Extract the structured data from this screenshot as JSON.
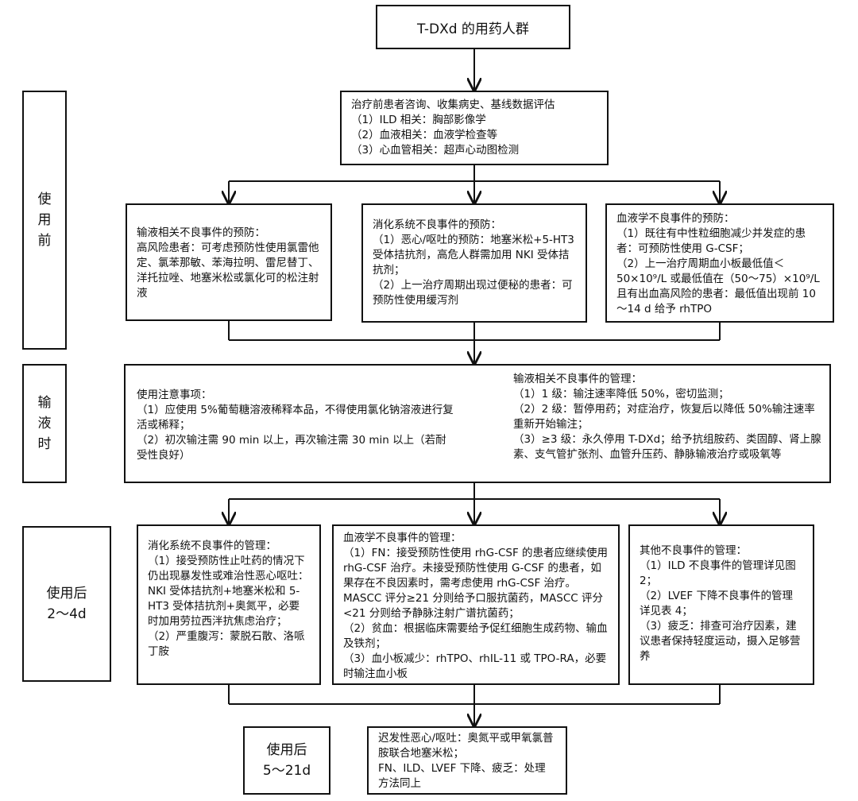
{
  "title": "T-DXd 的用药人群",
  "stages": {
    "before": "使\n用\n前",
    "infusion": "输\n液\n时",
    "after_2_4": "使用后\n2～4d",
    "after_5_21": "使用后\n5～21d"
  },
  "pre_assessment": "治疗前患者咨询、收集病史、基线数据评估\n（1）ILD 相关：胸部影像学\n（2）血液相关：血液学检查等\n（3）心血管相关：超声心动图检测",
  "prevention": {
    "infusion": "输液相关不良事件的预防：\n高风险患者：可考虑预防性使用氯雷他定、氯苯那敏、苯海拉明、雷尼替丁、洋托拉唑、地塞米松或氯化可的松注射液",
    "gi": "消化系统不良事件的预防：\n（1）恶心/呕吐的预防：地塞米松+5-HT3 受体拮抗剂，高危人群需加用 NKI 受体拮抗剂；\n（2）上一治疗周期出现过便秘的患者：可预防性使用缓泻剂",
    "heme": "血液学不良事件的预防：\n（1）既往有中性粒细胞减少并发症的患者：可预防性使用 G-CSF；\n（2）上一治疗周期血小板最低值＜50×10⁹/L 或最低值在（50～75）×10⁹/L 且有出血高风险的患者：最低值出现前 10～14 d 给予 rhTPO"
  },
  "infusion": {
    "notes": "使用注意事项：\n（1）应使用 5%葡萄糖溶液稀释本品，不得使用氯化钠溶液进行复活或稀释；\n（2）初次输注需 90 min 以上，再次输注需 30 min 以上（若耐受性良好）",
    "management": "输液相关不良事件的管理：\n（1）1 级：输注速率降低 50%，密切监测；\n（2）2 级：暂停用药；对症治疗，恢复后以降低 50%输注速率重新开始输注；\n（3）≥3 级：永久停用 T-DXd；给予抗组胺药、类固醇、肾上腺素、支气管扩张剂、血管升压药、静脉输液治疗或吸氧等"
  },
  "after_2_4d": {
    "gi": "消化系统不良事件的管理：\n（1）接受预防性止吐药的情况下仍出现暴发性或难治性恶心呕吐：NKI 受体拮抗剂+地塞米松和 5-HT3 受体拮抗剂+奥氮平，必要时加用劳拉西泮抗焦虑治疗；\n（2）严重腹泻：蒙脱石散、洛哌丁胺",
    "heme": "血液学不良事件的管理：\n（1）FN：接受预防性使用 rhG-CSF 的患者应继续使用 rhG-CSF 治疗。未接受预防性使用 G-CSF 的患者，如果存在不良因素时，需考虑使用 rhG-CSF 治疗。MASCC 评分≥21 分则给予口服抗菌药，MASCC 评分<21 分则给予静脉注射广谱抗菌药；\n（2）贫血：根据临床需要给予促红细胞生成药物、输血及铁剂；\n（3）血小板减少：rhTPO、rhIL-11 或 TPO-RA，必要时输注血小板",
    "other": "其他不良事件的管理：\n（1）ILD 不良事件的管理详见图 2；\n（2）LVEF 下降不良事件的管理详见表 4；\n（3）疲乏：排查可治疗因素，建议患者保持轻度运动，摄入足够营养"
  },
  "after_5_21d": "迟发性恶心/呕吐：奥氮平或甲氧氯普胺联合地塞米松；\nFN、ILD、LVEF 下降、疲乏：处理方法同上"
}
